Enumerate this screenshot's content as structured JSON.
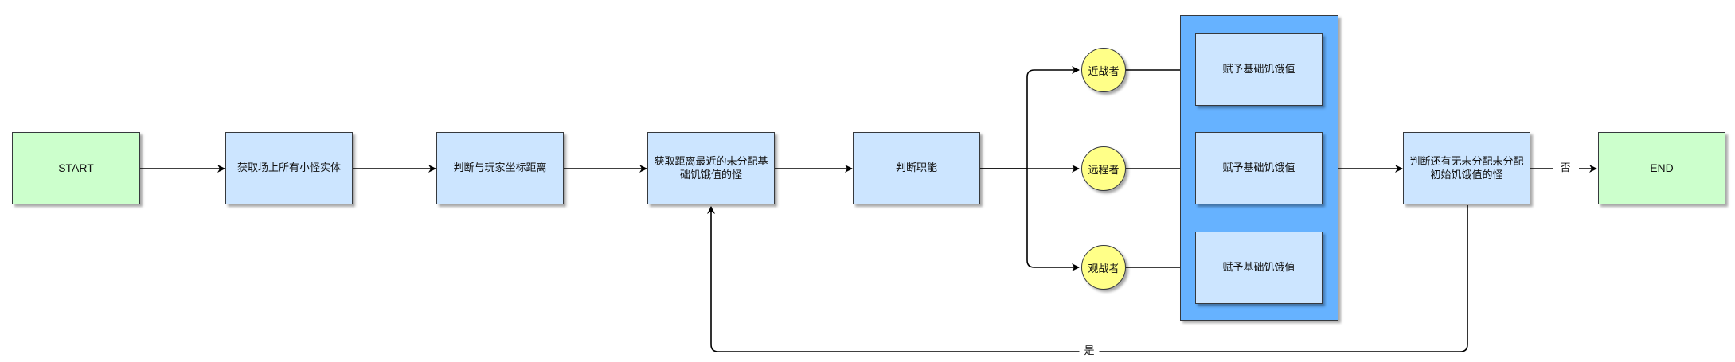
{
  "nodes": {
    "start": "START",
    "get_entities": "获取场上所有小怪实体",
    "judge_distance": "判断与玩家坐标距离",
    "get_nearest": "获取距离最近的未分配基础饥饿值的怪",
    "judge_role": "判断职能",
    "role_melee": "近战者",
    "role_ranged": "远程者",
    "role_spectator": "观战者",
    "assign_1": "赋予基础饥饿值",
    "assign_2": "赋予基础饥饿值",
    "assign_3": "赋予基础饥饿值",
    "judge_remaining": "判断还有无未分配未分配初始饥饿值的怪",
    "end": "END"
  },
  "edge_labels": {
    "no": "否",
    "yes": "是"
  },
  "colors": {
    "terminal_fill": "#ccffcc",
    "process_fill": "#cce5ff",
    "role_fill": "#ffff88",
    "group_fill": "#66b2ff",
    "stroke": "#36393d"
  }
}
